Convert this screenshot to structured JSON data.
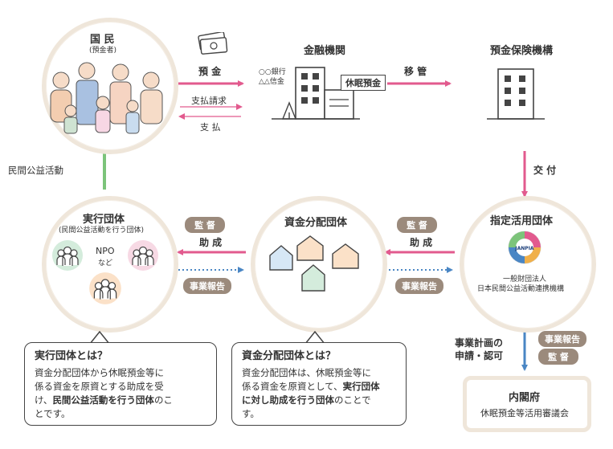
{
  "nodes": {
    "citizens": {
      "title": "国 民",
      "subtitle": "(預金者)"
    },
    "bank": {
      "title": "金融機関",
      "bank_names": [
        "○○銀行",
        "△△信金"
      ],
      "dormant_label": "休眠預金"
    },
    "dic": {
      "title": "預金保険機構"
    },
    "designated": {
      "title": "指定活用団体",
      "logo_text": "JANPIA",
      "org_line1": "一般財団法人",
      "org_line2": "日本民間公益活動連携機構"
    },
    "distributor": {
      "title": "資金分配団体"
    },
    "executor": {
      "title": "実行団体",
      "subtitle": "(民間公益活動を行う団体)",
      "npo_label": "NPO",
      "npo_sub": "など"
    },
    "cabinet": {
      "title": "内閣府",
      "subtitle": "休眠預金等活用審議会"
    }
  },
  "flows": {
    "deposit": "預 金",
    "payment_request": "支払請求",
    "payment": "支 払",
    "transfer": "移 管",
    "grant_delivery": "交 付",
    "public_activity": "民間公益活動",
    "supervision_1": "監 督",
    "assistance_1": "助 成",
    "report_1": "事業報告",
    "supervision_2": "監 督",
    "assistance_2": "助 成",
    "report_2": "事業報告",
    "plan_line1": "事業計画の",
    "plan_line2": "申請・認可",
    "report_3": "事業報告",
    "supervision_3": "監 督"
  },
  "callouts": {
    "executor": {
      "title": "実行団体とは？",
      "line1": "資金分配団体から休眠預金等に",
      "line2": "係る資金を原資とする助成を受",
      "line3_pre": "け、",
      "line3_bold": "民間公益活動を行う団体",
      "line3_post": "のこ",
      "line4": "とです。"
    },
    "distributor": {
      "title": "資金分配団体とは？",
      "line1": "資金分配団体は、休眠預金等に",
      "line2_pre": "係る資金を原資として、",
      "line2_bold": "実行団体",
      "line3_bold": "に対し助成を行う団体",
      "line3_post": "のことで",
      "line4": "す。"
    }
  },
  "colors": {
    "pink": "#e25a8e",
    "blue": "#4a86c4",
    "green": "#7cc47a",
    "pill": "#9b8a7c",
    "ring": "#efe6da"
  }
}
